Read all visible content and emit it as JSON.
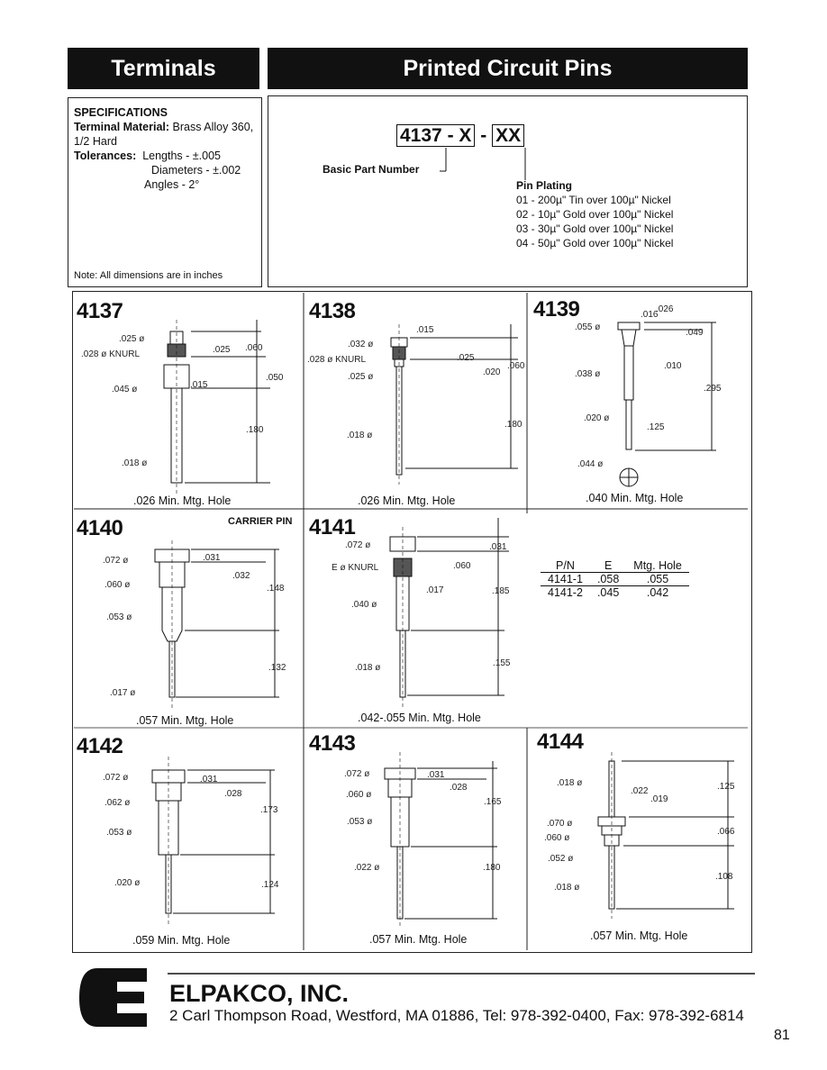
{
  "header": {
    "left": "Terminals",
    "right": "Printed Circuit Pins"
  },
  "specs": {
    "heading": "SPECIFICATIONS",
    "material_label": "Terminal Material:",
    "material_value": "Brass Alloy 360, 1/2 Hard",
    "tol_label": "Tolerances:",
    "tol_lengths": "Lengths - ±.005",
    "tol_diameters": "Diameters - ±.002",
    "tol_angles": "Angles - 2°",
    "note": "Note: All dimensions are in inches"
  },
  "partnumber": {
    "base": "4137",
    "dash1": "-",
    "x": "X",
    "dash2": "-",
    "xx": "XX",
    "basic_label": "Basic Part Number",
    "plating_title": "Pin Plating",
    "plating": [
      "01 - 200µ\" Tin over 100µ\" Nickel",
      "02 - 10µ\" Gold over 100µ\" Nickel",
      "03 - 30µ\" Gold over 100µ\" Nickel",
      "04 - 50µ\" Gold over 100µ\" Nickel"
    ]
  },
  "parts": [
    {
      "num": "4137",
      "hole": ".026 Min. Mtg. Hole"
    },
    {
      "num": "4138",
      "hole": ".026 Min. Mtg. Hole"
    },
    {
      "num": "4139",
      "hole": ".040 Min. Mtg. Hole"
    },
    {
      "num": "4140",
      "hole": ".057 Min. Mtg. Hole",
      "note": "CARRIER PIN"
    },
    {
      "num": "4141",
      "hole": ".042-.055 Min. Mtg. Hole"
    },
    {
      "num": "4142",
      "hole": ".059 Min. Mtg. Hole"
    },
    {
      "num": "4143",
      "hole": ".057 Min. Mtg. Hole"
    },
    {
      "num": "4144",
      "hole": ".057 Min. Mtg. Hole"
    }
  ],
  "table4141": {
    "headers": [
      "P/N",
      "E",
      "Mtg. Hole"
    ],
    "rows": [
      [
        "4141-1",
        ".058",
        ".055"
      ],
      [
        "4141-2",
        ".045",
        ".042"
      ]
    ]
  },
  "dims": {
    "d4137": [
      ".025 ø",
      ".028 ø KNURL",
      ".025",
      ".060",
      ".045 ø",
      ".015",
      ".050",
      ".180",
      ".018 ø"
    ],
    "d4138": [
      ".015",
      ".032 ø",
      ".028 ø KNURL",
      ".025",
      ".025 ø",
      ".020",
      ".060",
      ".180",
      ".018 ø"
    ],
    "d4139": [
      ".016",
      ".026",
      ".055 ø",
      ".049",
      ".010",
      ".038 ø",
      ".295",
      ".020 ø",
      ".125",
      ".044 ø"
    ],
    "d4140": [
      ".072 ø",
      ".031",
      ".032",
      ".060 ø",
      ".148",
      ".053 ø",
      ".132",
      ".017 ø"
    ],
    "d4141": [
      ".072 ø",
      ".031",
      "E ø KNURL",
      ".060",
      ".017",
      ".185",
      ".040 ø",
      ".155",
      ".018 ø"
    ],
    "d4142": [
      ".072 ø",
      ".031",
      ".028",
      ".062 ø",
      ".173",
      ".053 ø",
      ".020 ø",
      ".124"
    ],
    "d4143": [
      ".072 ø",
      ".031",
      ".028",
      ".060 ø",
      ".165",
      ".053 ø",
      ".022 ø",
      ".180"
    ],
    "d4144": [
      ".018 ø",
      ".022",
      ".019",
      ".125",
      ".070 ø",
      ".060 ø",
      ".066",
      ".052 ø",
      ".108",
      ".018 ø"
    ]
  },
  "footer": {
    "company": "ELPAKCO, INC.",
    "address": "2 Carl Thompson Road, Westford, MA 01886, Tel: 978-392-0400, Fax: 978-392-6814",
    "page": "81"
  }
}
